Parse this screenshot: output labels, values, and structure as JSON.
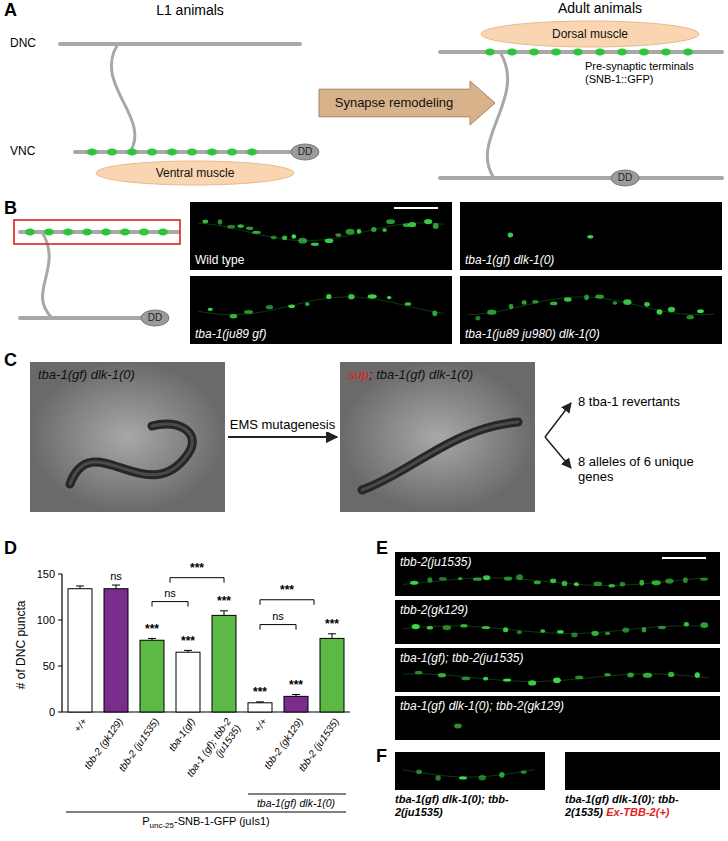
{
  "diagram": {
    "nodes": [
      {
        "text": [
          "Ventral muscle"
        ]
      },
      {
        "text": [
          "DD"
        ]
      },
      {
        "text": [
          "Synapse remodeling"
        ]
      },
      {
        "text": [
          "Dorsal muscle"
        ]
      },
      {
        "text": [
          "DD"
        ]
      },
      {
        "text": [
          "DD"
        ]
      },
      {
        "text": [
          "Wild type"
        ]
      },
      {
        "text": [
          "tba-1(gf) dlk-1(0)"
        ]
      },
      {
        "text": [
          "tba-1(ju89 gf)"
        ]
      },
      {
        "text": [
          "tba-1(ju89 ju980) dlk-1(0)"
        ]
      },
      {
        "text": [
          "tba-1(gf) dlk-1(0)"
        ]
      },
      {
        "text": [
          "sup",
          "; tba-1(gf) dlk-1(0)"
        ]
      },
      {
        "text": [
          "tbb-2(ju1535)"
        ]
      },
      {
        "text": [
          "tbb-2(gk129)"
        ]
      },
      {
        "text": [
          "tba-1(gf); tbb-2(ju1535)"
        ]
      },
      {
        "text": [
          "tba-1(gf) dlk-1(0); tbb-2(gk129)"
        ]
      },
      {
        "text": [
          "tba-1(gf) dlk-1(0); tbb-2(ju1535)"
        ]
      },
      {
        "text": [
          "tba-1(gf) dlk-1(0); tbb-2(1535)",
          "Ex-TBB-2(+)"
        ]
      }
    ],
    "edges": [
      {
        "from": 10,
        "to": 11,
        "arrow": "to",
        "label": "EMS mutagenesis"
      }
    ],
    "labels": [
      "A",
      "L1 animals",
      "Adult animals",
      "DNC",
      "VNC",
      "Pre-synaptic terminals (SNB-1::GFP)",
      "B",
      "C",
      "8 tba-1 revertants",
      "8 alleles of 6 unique genes",
      "D",
      "150",
      "100",
      "50",
      "0",
      "# of DNC puncta",
      "ns",
      "***",
      "***",
      "***",
      "***",
      "***",
      "***",
      "ns",
      "***",
      "ns",
      "***",
      "+/+",
      "tbb-2 (gk129)",
      "tbb-2 (ju1535)",
      "tba-1(gf)",
      "tba-1 (gf); tbb-2 (ju1535)",
      "+/+",
      "tbb-2 (gk129)",
      "tbb-2 (ju1535)",
      "tba-1(gf) dlk-1(0)",
      "P",
      "unc-25",
      "-SNB-1-GFP (juIs1)",
      "E",
      "F"
    ]
  }
}
